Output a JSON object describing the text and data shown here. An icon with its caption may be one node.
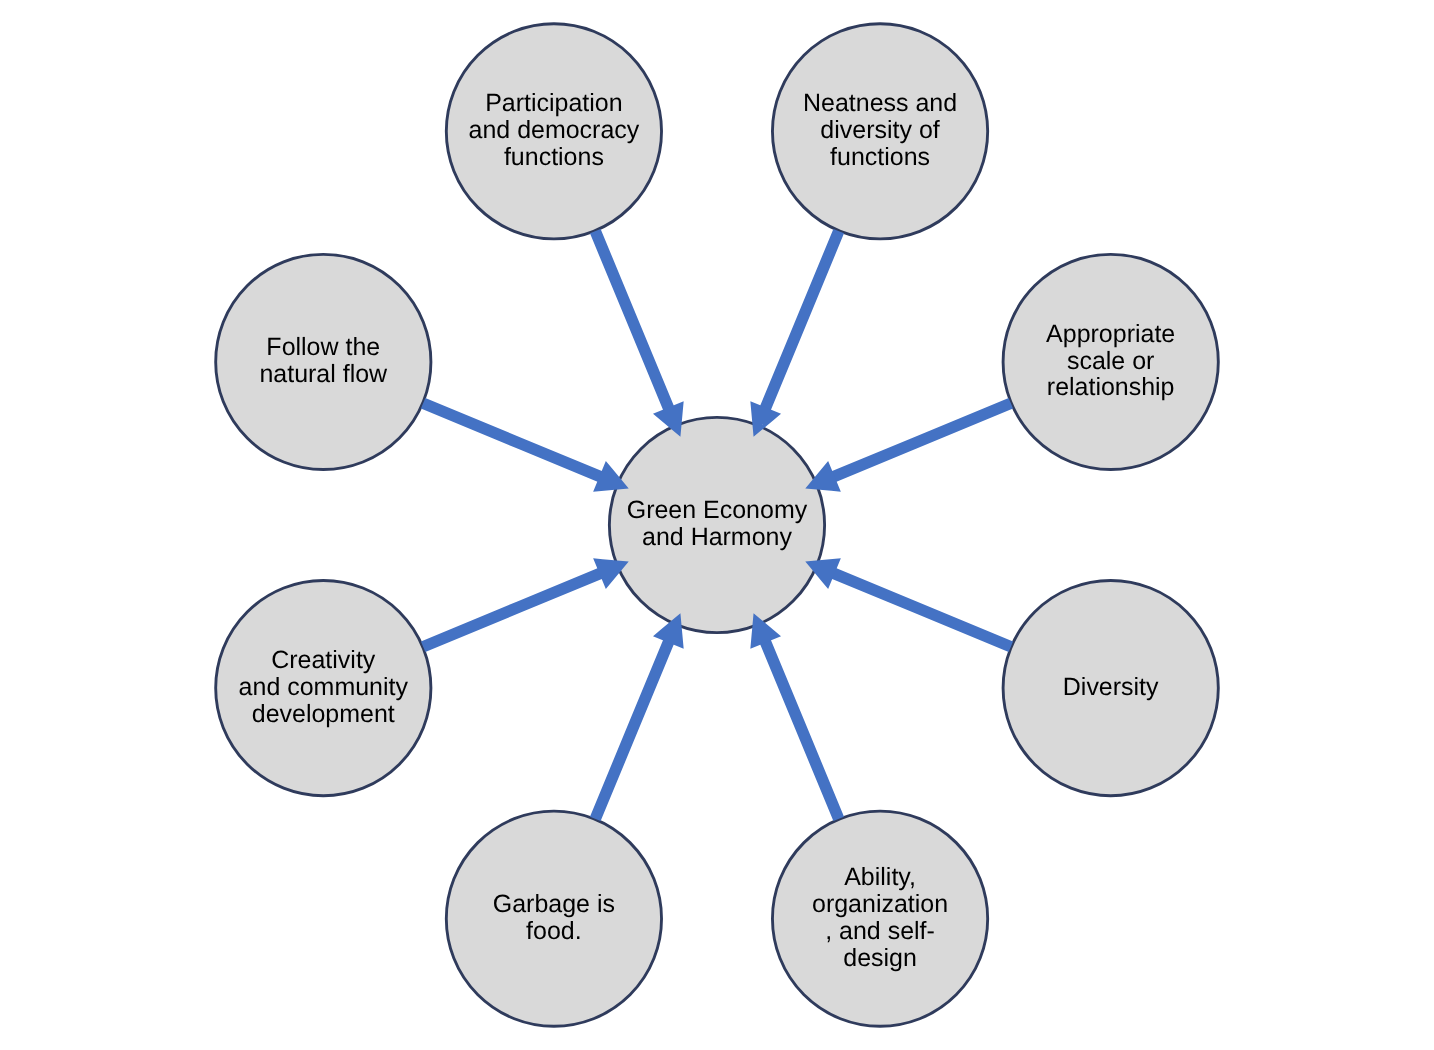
{
  "diagram": {
    "nodes": [
      {
        "text": [
          "Green Economy and Harmony"
        ]
      },
      {
        "text": [
          "Appropriate scale or relationship"
        ]
      },
      {
        "text": [
          "Neatness and diversity of functions"
        ]
      },
      {
        "text": [
          "Participation and democracy functions"
        ]
      },
      {
        "text": [
          "Follow the natural flow"
        ]
      },
      {
        "text": [
          "Creativity and community development"
        ]
      },
      {
        "text": [
          "Garbage is food."
        ]
      },
      {
        "text": [
          "Ability, organization , and self-design"
        ]
      },
      {
        "text": [
          "Diversity"
        ]
      }
    ],
    "edges": [
      {
        "from": 1,
        "to": 0,
        "arrow": "to"
      },
      {
        "from": 3,
        "to": 0,
        "arrow": "to"
      },
      {
        "from": 5,
        "to": 0,
        "arrow": "to"
      },
      {
        "from": 7,
        "to": 0,
        "arrow": "to"
      },
      {
        "from": 8,
        "to": 0,
        "arrow": "to"
      },
      {
        "from": 6,
        "to": 0,
        "arrow": "to"
      },
      {
        "from": 4,
        "to": 0,
        "arrow": "to"
      },
      {
        "from": 2,
        "to": 0,
        "arrow": "to"
      }
    ]
  }
}
